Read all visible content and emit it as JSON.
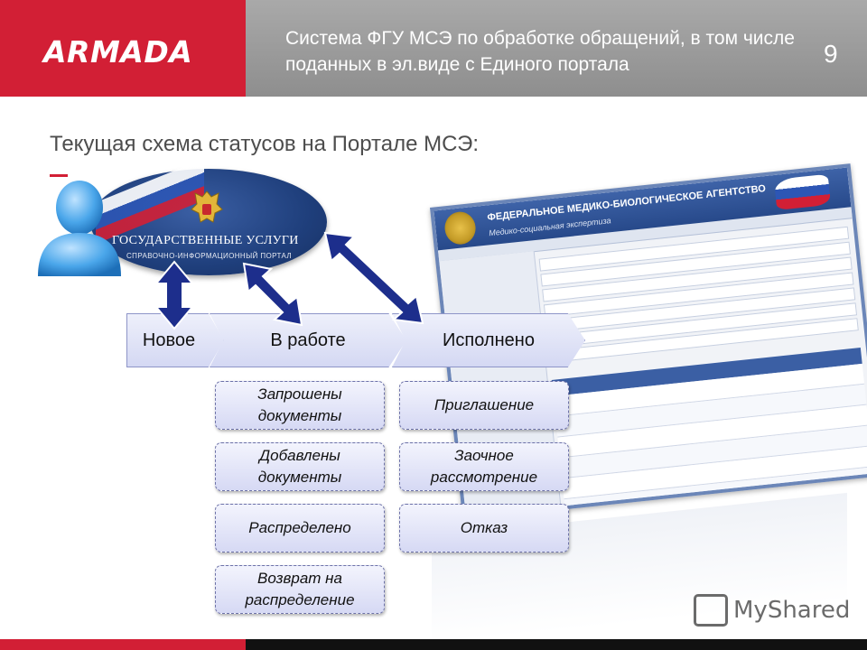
{
  "header": {
    "logo": "ARMADA",
    "title": "Система ФГУ МСЭ по обработке обращений, в том числе поданных в эл.виде с Единого портала",
    "page_number": "9"
  },
  "subtitle": "Текущая схема статусов на Портале МСЭ:",
  "portal_gos": {
    "title": "ГОСУДАРСТВЕННЫЕ УСЛУГИ",
    "subtitle": "СПРАВОЧНО-ИНФОРМАЦИОННЫЙ ПОРТАЛ"
  },
  "screenshot": {
    "agency": "ФЕДЕРАЛЬНОЕ МЕДИКО-БИОЛОГИЧЕСКОЕ АГЕНТСТВО",
    "section": "Медико-социальная экспертиза"
  },
  "flow": [
    {
      "label": "Новое"
    },
    {
      "label": "В работе"
    },
    {
      "label": "Исполнено"
    }
  ],
  "in_work_substatuses": [
    "Запрошены документы",
    "Добавлены документы",
    "Распределено",
    "Возврат на распределение"
  ],
  "done_substatuses": [
    "Приглашение",
    "Заочное рассмотрение",
    "Отказ"
  ],
  "watermark": "MyShared",
  "colors": {
    "brand_red": "#d21f35",
    "header_gray": "#9b9b9b",
    "arrow_blue": "#1d2e8c",
    "box_fill": "#d6d9f4"
  }
}
